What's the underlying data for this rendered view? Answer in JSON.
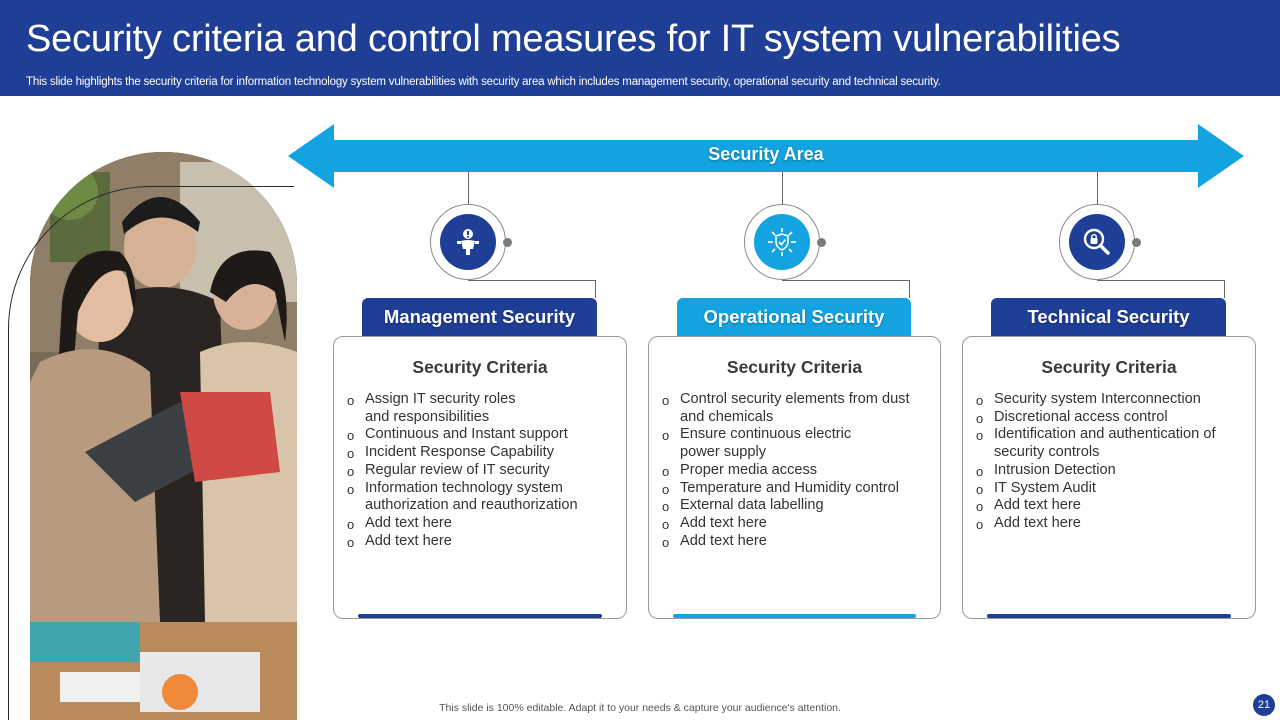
{
  "slide": {
    "title": "Security criteria and control measures for IT system vulnerabilities",
    "subtitle": "This slide highlights the security criteria for information technology system vulnerabilities with security area which includes management security, operational security and technical security.",
    "footer": "This slide is 100% editable. Adapt it to your needs & capture your audience's attention.",
    "page_number": "21"
  },
  "arrow": {
    "label": "Security Area"
  },
  "colors": {
    "header": "#1f3e96",
    "dark_blue": "#1f3e96",
    "light_blue": "#12a3e0"
  },
  "sections": [
    {
      "label": "Management Security",
      "icon": "person-alert-icon",
      "card_title": "Security Criteria",
      "items": [
        "Assign IT security roles and responsibilities",
        "Continuous and Instant support",
        "Incident Response Capability",
        "Regular review of IT security",
        "Information technology system authorization and reauthorization",
        "Add text here",
        "Add text here"
      ]
    },
    {
      "label": "Operational Security",
      "icon": "shield-network-icon",
      "card_title": "Security Criteria",
      "items": [
        "Control security elements from dust and chemicals",
        "Ensure continuous electric power supply",
        "Proper media access",
        "Temperature and Humidity control",
        "External data labelling",
        "Add text here",
        "Add text here"
      ]
    },
    {
      "label": "Technical Security",
      "icon": "magnifier-lock-icon",
      "card_title": "Security Criteria",
      "items": [
        "Security system Interconnection",
        "Discretional access control",
        "Identification and authentication of security controls",
        "Intrusion Detection",
        "IT System Audit",
        "Add text here",
        "Add text here"
      ]
    }
  ]
}
